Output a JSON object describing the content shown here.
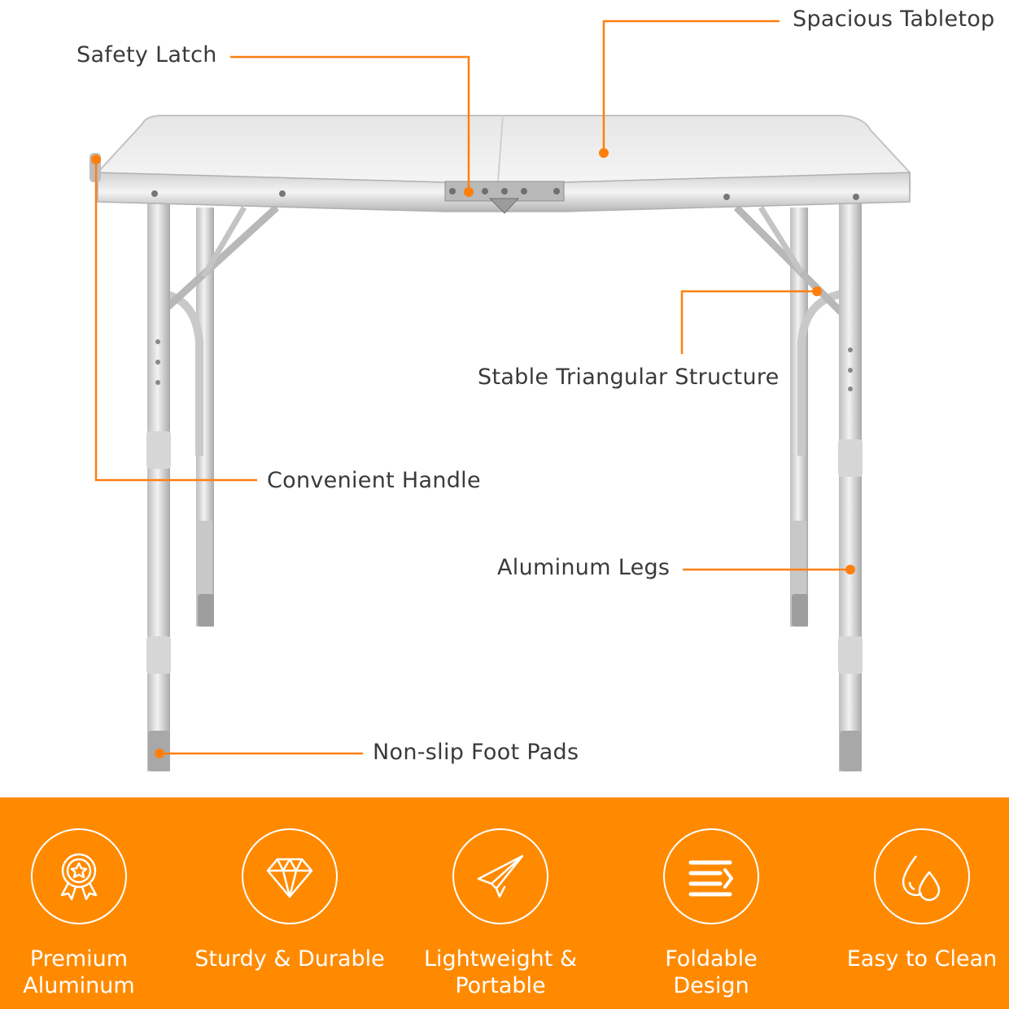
{
  "colors": {
    "accent": "#ff7f0e",
    "band": "#ff8a00",
    "label_text": "#3a3a3a",
    "icon_stroke": "#ffffff"
  },
  "callouts": [
    {
      "id": "spacious-tabletop",
      "text": "Spacious Tabletop"
    },
    {
      "id": "safety-latch",
      "text": "Safety Latch"
    },
    {
      "id": "stable-triangular-structure",
      "text": "Stable Triangular Structure"
    },
    {
      "id": "convenient-handle",
      "text": "Convenient Handle"
    },
    {
      "id": "aluminum-legs",
      "text": "Aluminum Legs"
    },
    {
      "id": "non-slip-foot-pads",
      "text": "Non-slip Foot Pads"
    }
  ],
  "features": [
    {
      "icon": "award-ribbon-icon",
      "text": "Premium\nAluminum"
    },
    {
      "icon": "diamond-icon",
      "text": "Sturdy & Durable"
    },
    {
      "icon": "paper-plane-icon",
      "text": "Lightweight &\nPortable"
    },
    {
      "icon": "folding-lines-icon",
      "text": "Foldable\nDesign"
    },
    {
      "icon": "water-drops-icon",
      "text": "Easy to Clean"
    }
  ]
}
